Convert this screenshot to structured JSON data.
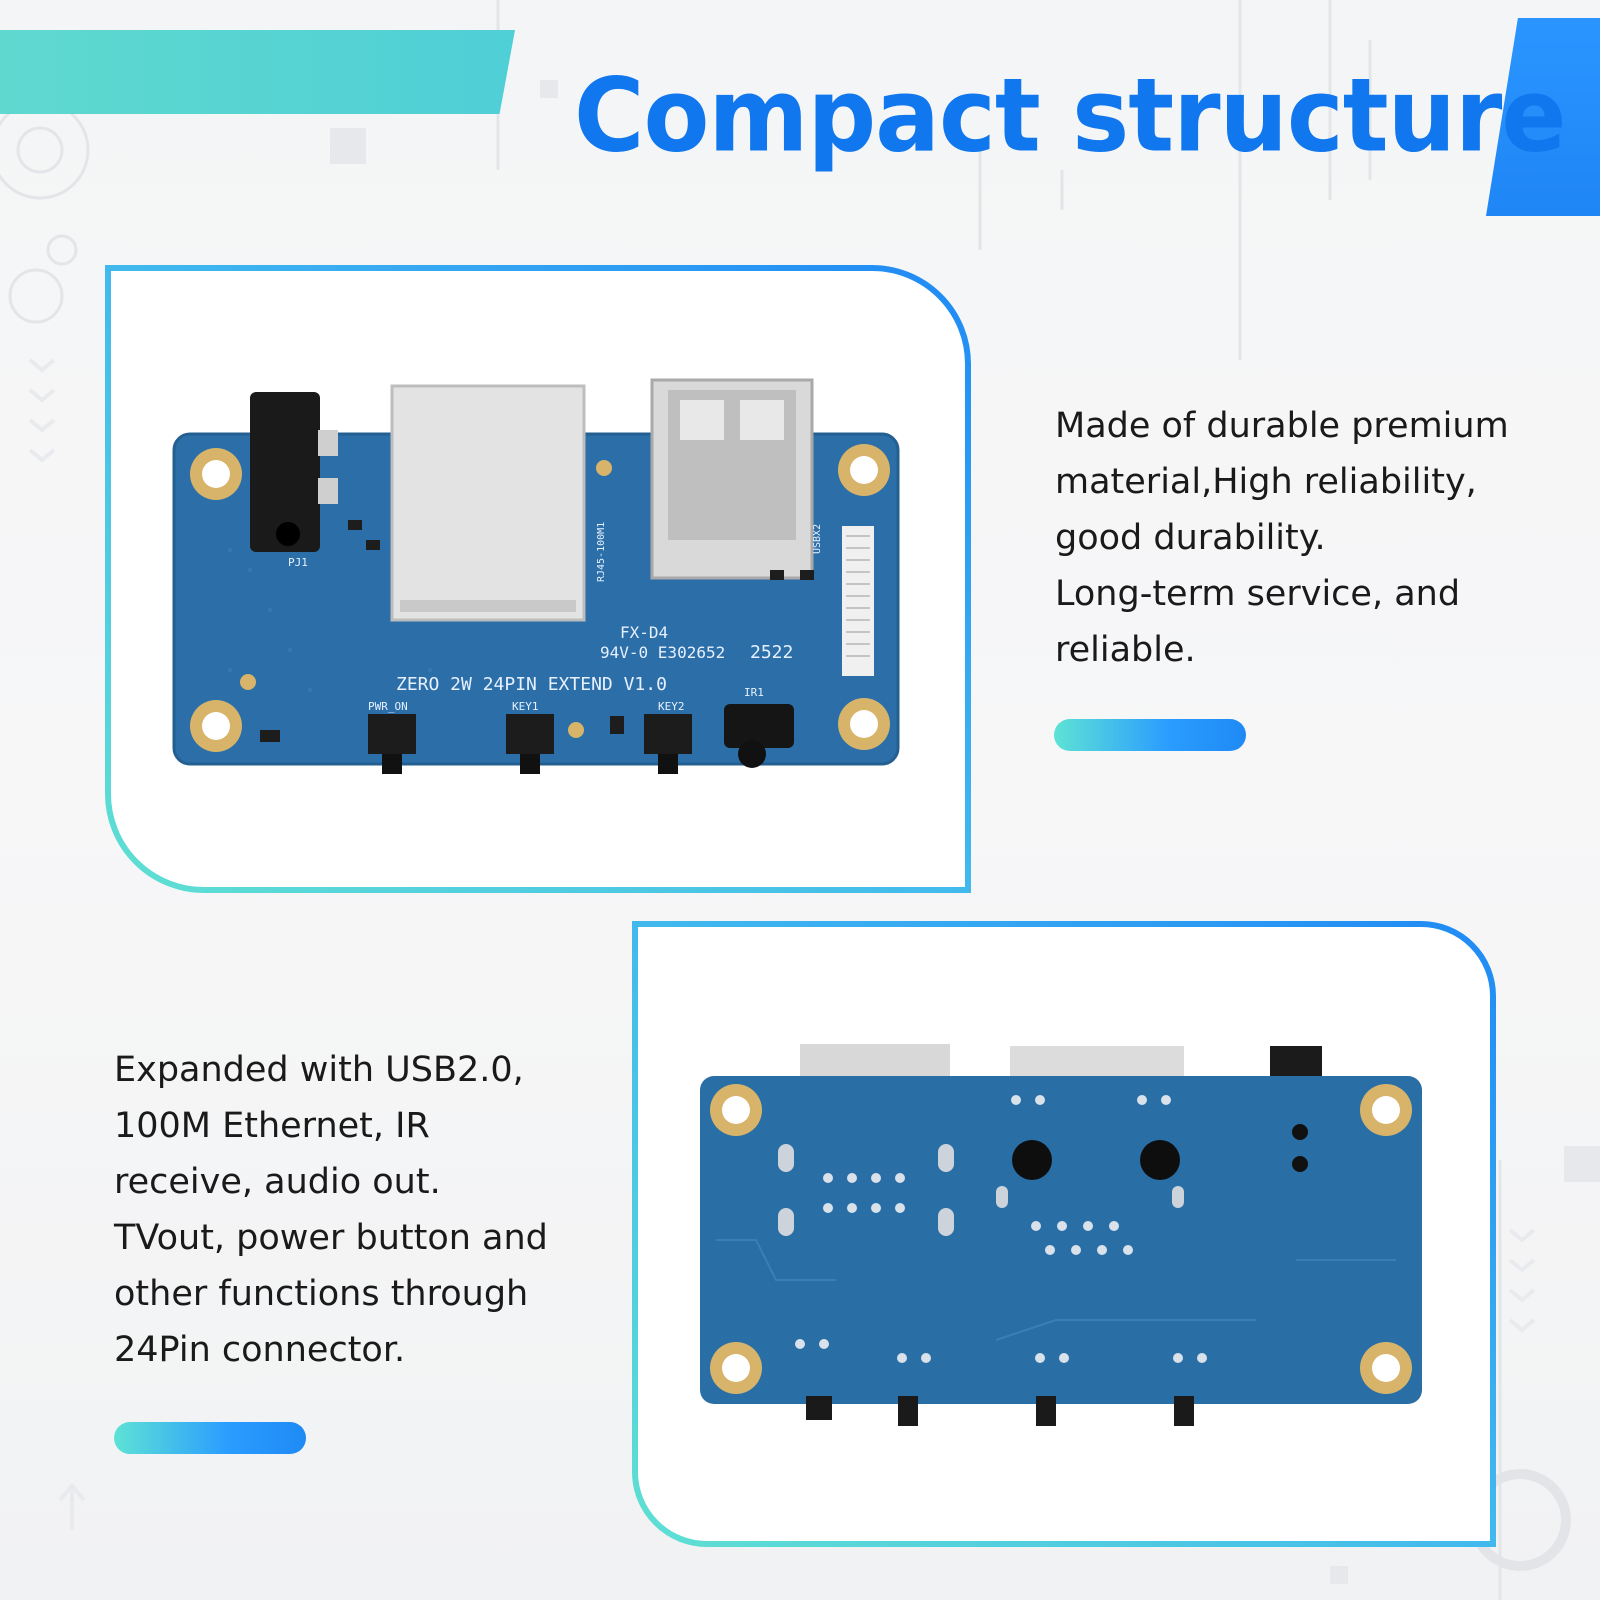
{
  "header": {
    "title": "Compact structure"
  },
  "section_top": {
    "description": [
      "Made of durable premium",
      "material,High reliability,",
      "good durability.",
      "Long-term service, and",
      "reliable."
    ],
    "board_front": {
      "labels": {
        "board_name": "ZERO 2W 24PIN EXTEND V1.0",
        "fx": "FX-D4",
        "ul": "94V-0 E302652",
        "date": "2522",
        "pwr": "PWR_ON",
        "key1": "KEY1",
        "key2": "KEY2",
        "rj45": "RJ45-100M1",
        "usb": "USBX2",
        "pj1": "PJ1",
        "ir1": "IR1"
      }
    }
  },
  "section_bottom": {
    "description": [
      "Expanded with USB2.0,",
      "100M Ethernet, IR",
      "receive, audio out.",
      "TVout, power button and",
      "other functions through",
      "24Pin connector."
    ]
  },
  "colors": {
    "accent_blue": "#1177ef",
    "teal": "#5fd9cf",
    "pcb_blue": "#2a6ea6"
  }
}
